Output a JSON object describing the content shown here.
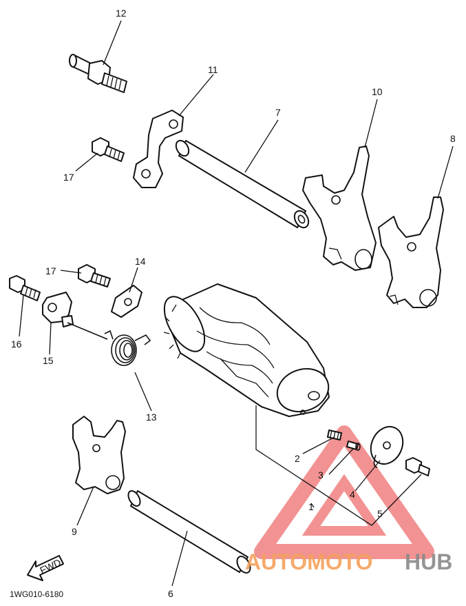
{
  "callouts": {
    "c1": "1",
    "c2": "2",
    "c3": "3",
    "c4": "4",
    "c5": "5",
    "c6": "6",
    "c7": "7",
    "c8": "8",
    "c9": "9",
    "c10": "10",
    "c11": "11",
    "c12": "12",
    "c13": "13",
    "c14": "14",
    "c15": "15",
    "c16": "16",
    "c17a": "17",
    "c17b": "17"
  },
  "arrow_label": "FWD",
  "drawing_code": "1WG010-6180",
  "watermark": {
    "part1": "AUTOMOTO",
    "part2": "HUB",
    "color1": "#f4a15d",
    "color2": "#8a8a8a",
    "triangle_color": "#f08080"
  }
}
